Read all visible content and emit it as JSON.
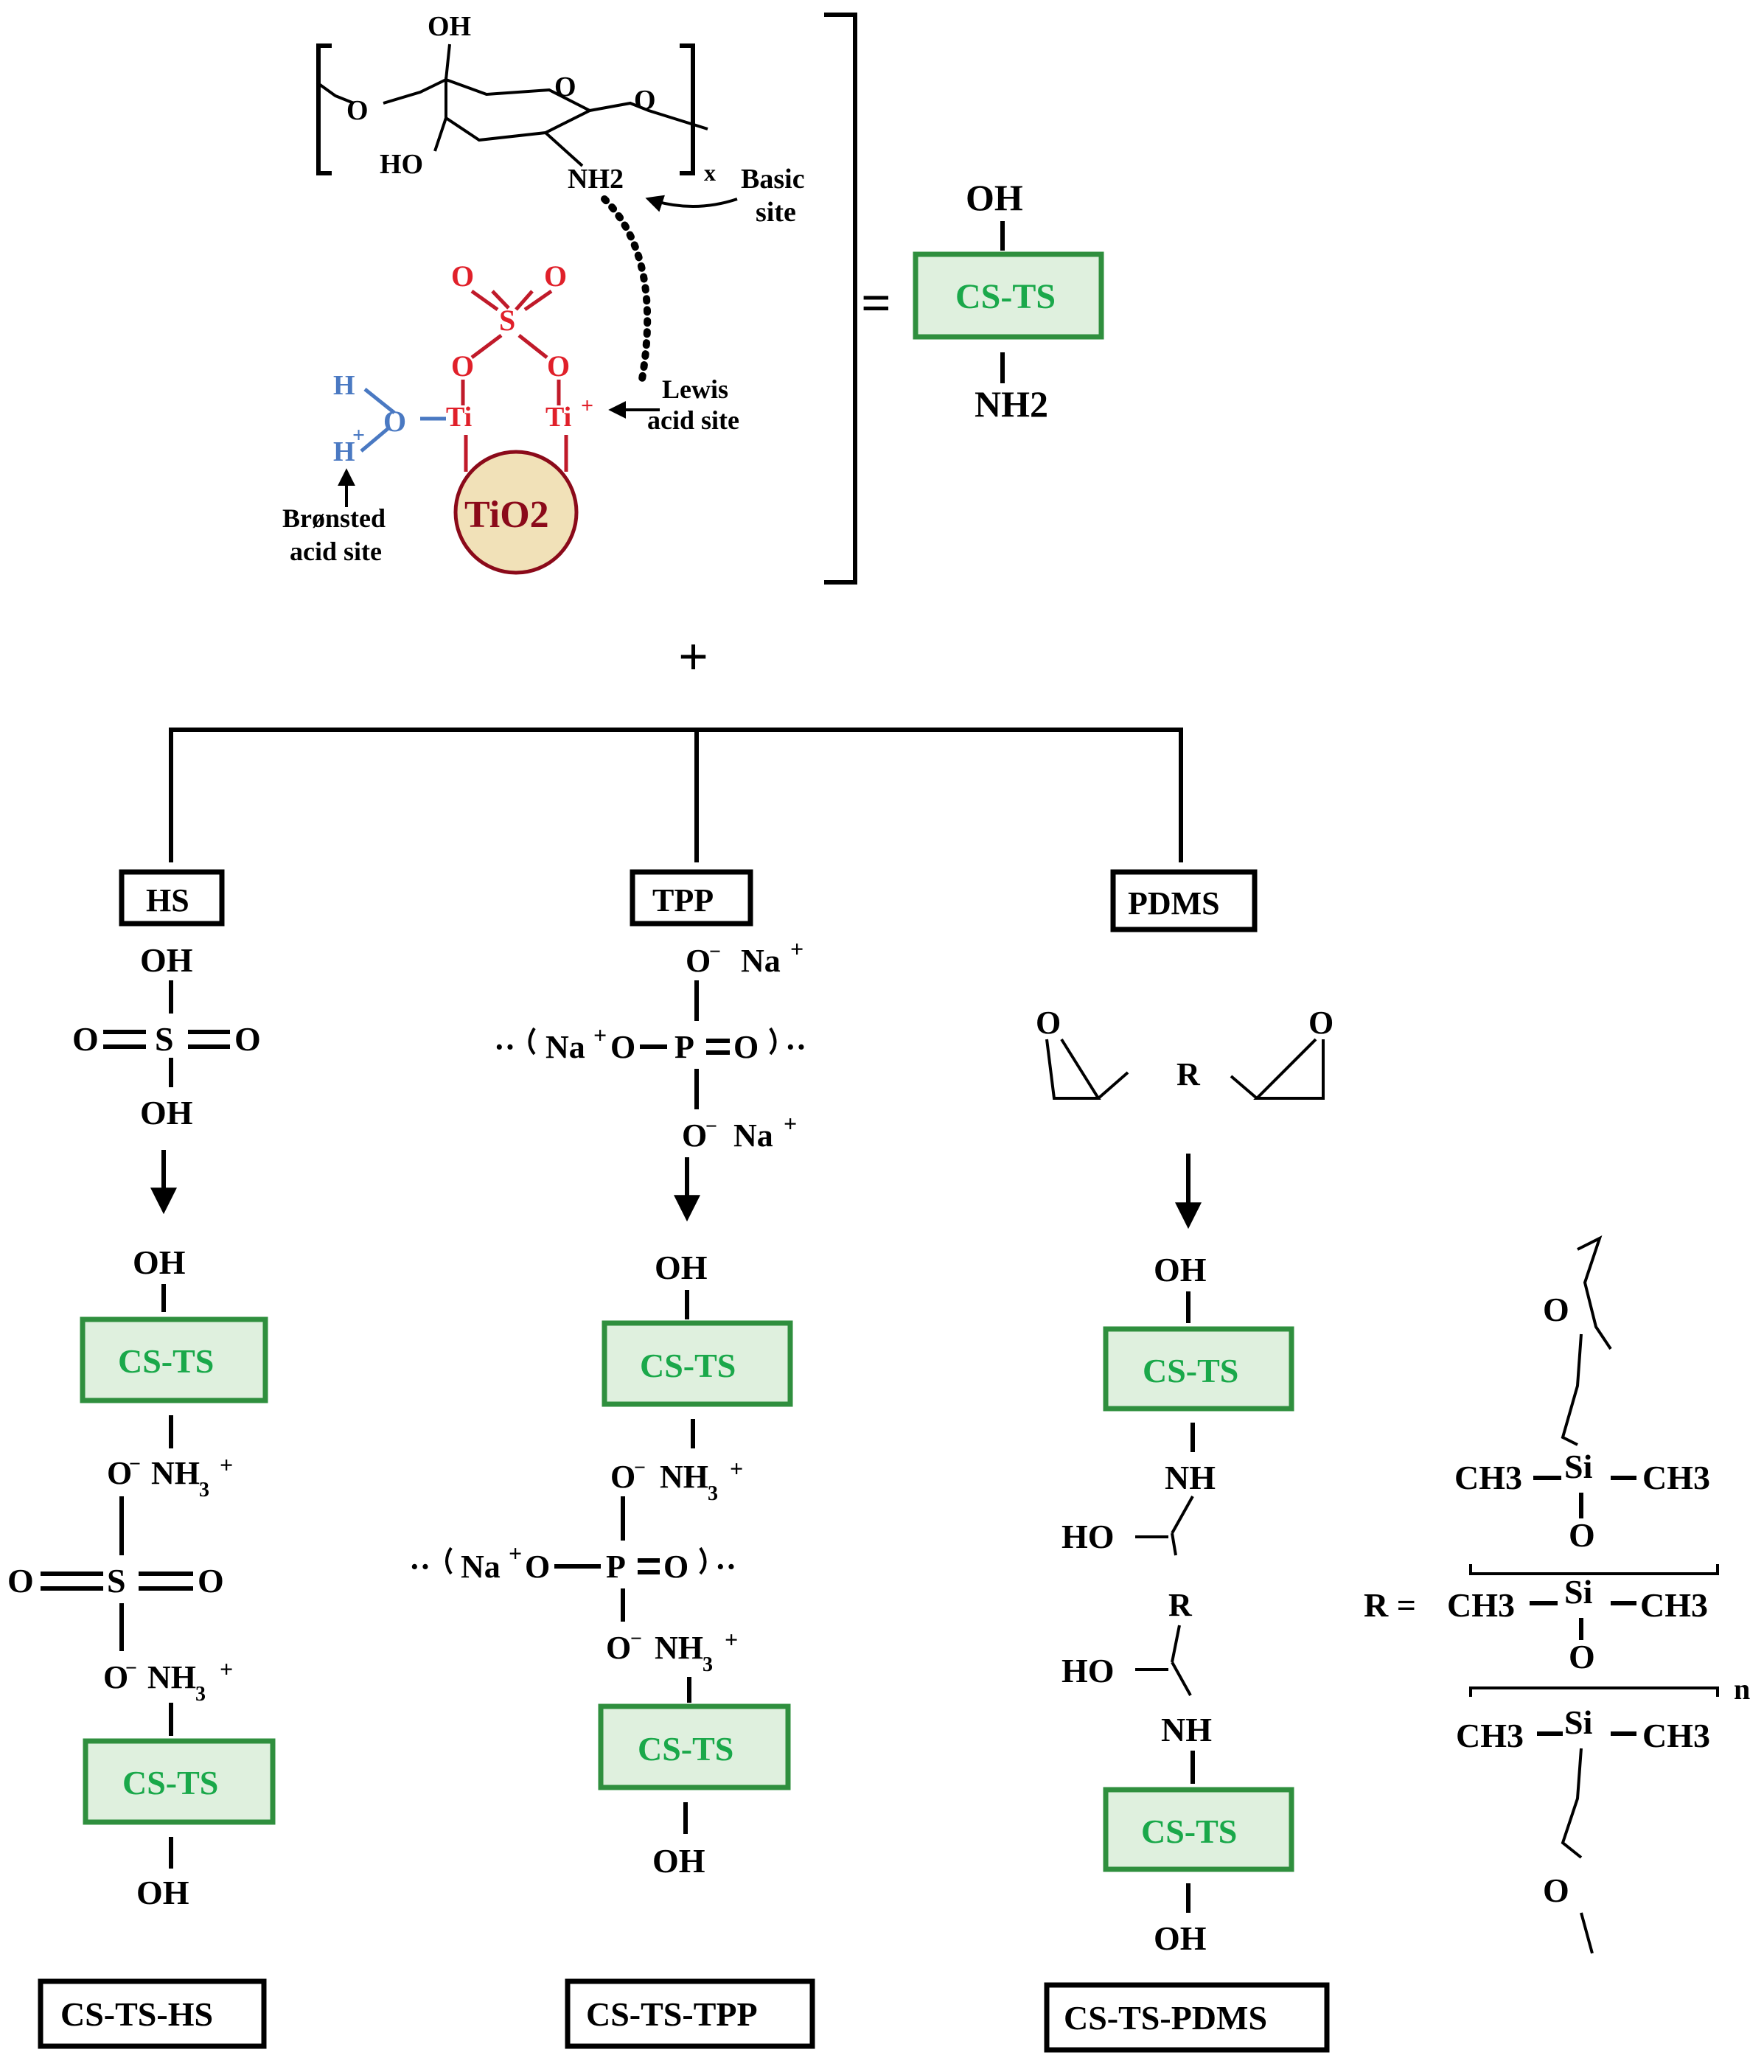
{
  "chitosan": {
    "oh_top": "OH",
    "o_ring": "O",
    "o_left": "O",
    "o_right": "O",
    "ho": "HO",
    "nh2": "NH2",
    "x": "x",
    "basic_site": [
      "Basic",
      "site"
    ]
  },
  "sulfate": {
    "o1": "O",
    "o2": "O",
    "s": "S",
    "o3": "O",
    "o4": "O",
    "ti1": "Ti",
    "ti2": "Ti",
    "plus": "+",
    "h1": "H",
    "o_blue": "O",
    "h2": "H",
    "hplus": "+",
    "tio2": "TiO2",
    "lewis": [
      "Lewis",
      "acid site"
    ],
    "bronsted": [
      "Brønsted",
      "acid site"
    ]
  },
  "equals": "=",
  "cs_ts_label": "CS-TS",
  "oh": "OH",
  "nh2": "NH2",
  "plus_sign": "+",
  "branches": {
    "hs": {
      "title": "HS",
      "reagent": [
        "OH",
        "O",
        "S",
        "O",
        "OH"
      ],
      "product_top_oh": "OH",
      "ion1": "O",
      "nh3": "NH",
      "s_line": [
        "O",
        "S",
        "O"
      ],
      "product_bottom_oh": "OH",
      "final": "CS-TS-HS"
    },
    "tpp": {
      "title": "TPP",
      "reagent_top": "O",
      "na": "Na",
      "chain": [
        "Na",
        "O",
        "P",
        "O"
      ],
      "reagent_bottom": "O",
      "product_top_oh": "OH",
      "nh3": "NH",
      "product_bottom_oh": "OH",
      "final": "CS-TS-TPP"
    },
    "pdms": {
      "title": "PDMS",
      "epoxide_o": "O",
      "r": "R",
      "product_top_oh": "OH",
      "nh": "NH",
      "ho": "HO",
      "product_bottom_oh": "OH",
      "final": "CS-TS-PDMS"
    }
  },
  "r_def": {
    "r_eq": "R =",
    "ch3": "CH3",
    "si": "Si",
    "o": "O",
    "n": "n"
  },
  "colors": {
    "cs_ts_text": "#1aa84a",
    "cs_ts_fill": "#dff0de",
    "cs_ts_stroke": "#2f8f3e",
    "sulfate": "#e0202a",
    "bronsted": "#4a79c2",
    "tio2_fill": "#f1e1b8",
    "tio2_text": "#8b0a1a"
  }
}
